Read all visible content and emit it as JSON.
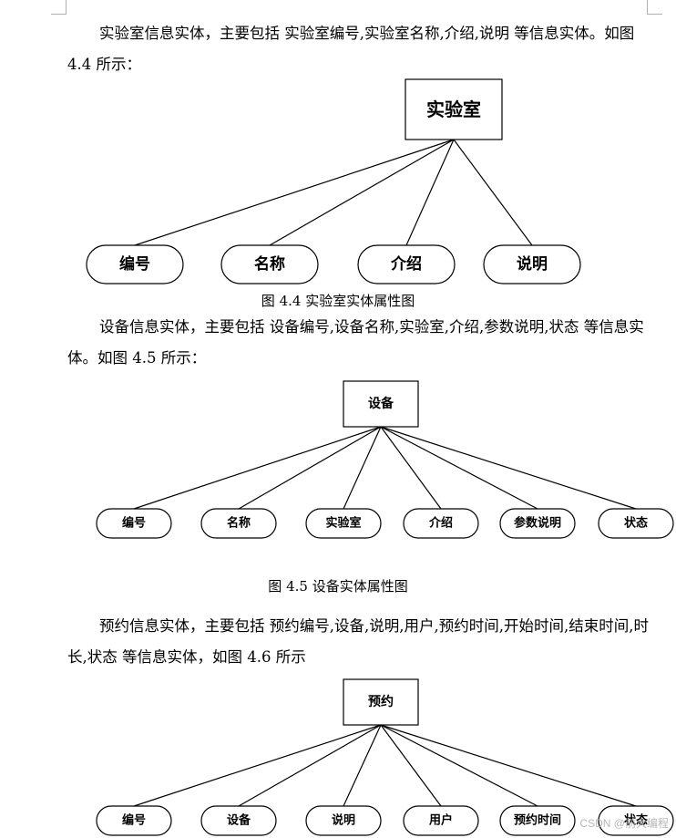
{
  "paragraphs": [
    "实验室信息实体，主要包括 实验室编号,实验室名称,介绍,说明 等信息实体。如图 4.4 所示：",
    "设备信息实体，主要包括 设备编号,设备名称,实验室,介绍,参数说明,状态 等信息实体。如图 4.5 所示：",
    "预约信息实体，主要包括 预约编号,设备,说明,用户,预约时间,开始时间,结束时间,时长,状态 等信息实体，如图 4.6 所示"
  ],
  "figures": [
    {
      "entity": "实验室",
      "attributes": [
        "编号",
        "名称",
        "介绍",
        "说明"
      ],
      "caption": "图 4.4 实验室实体属性图"
    },
    {
      "entity": "设备",
      "attributes": [
        "编号",
        "名称",
        "实验室",
        "介绍",
        "参数说明",
        "状态"
      ],
      "caption": "图 4.5 设备实体属性图"
    },
    {
      "entity": "预约",
      "attributes": [
        "编号",
        "设备",
        "说明",
        "用户",
        "预约时间",
        "状态"
      ],
      "caption": ""
    }
  ],
  "watermark": "CSDN @前大编程"
}
